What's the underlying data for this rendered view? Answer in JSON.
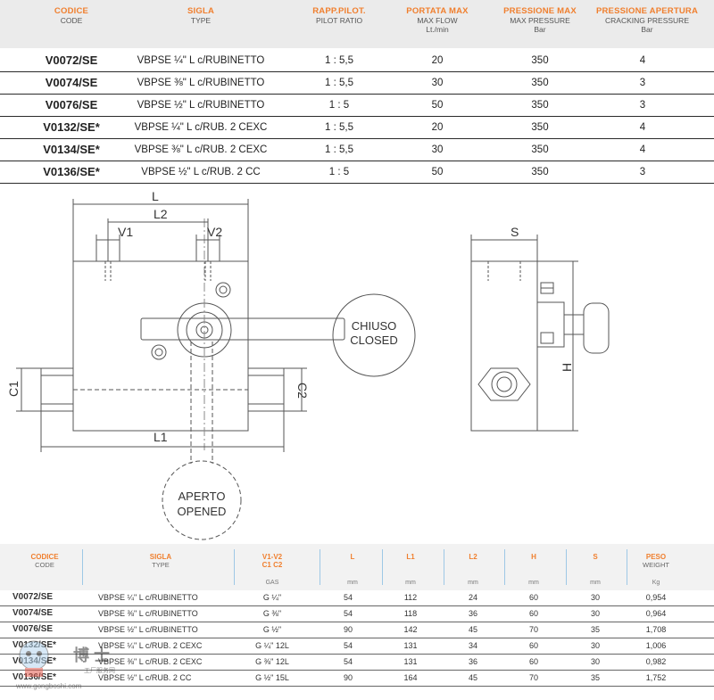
{
  "table1": {
    "headers": [
      {
        "it": "CODICE",
        "en": "CODE"
      },
      {
        "it": "SIGLA",
        "en": "TYPE"
      },
      {
        "it": "RAPP.PILOT.",
        "en": "PILOT RATIO"
      },
      {
        "it": "PORTATA MAX",
        "en": "MAX FLOW",
        "unit": "Lt./min"
      },
      {
        "it": "PRESSIONE MAX",
        "en": "MAX PRESSURE",
        "unit": "Bar"
      },
      {
        "it": "PRESSIONE APERTURA",
        "en": "CRACKING PRESSURE",
        "unit": "Bar"
      }
    ],
    "rows": [
      {
        "code": "V0072/SE",
        "type": "VBPSE ¼\" L c/RUBINETTO",
        "ratio": "1 : 5,5",
        "flow": "20",
        "pmax": "350",
        "crack": "4"
      },
      {
        "code": "V0074/SE",
        "type": "VBPSE ⅜\" L c/RUBINETTO",
        "ratio": "1 : 5,5",
        "flow": "30",
        "pmax": "350",
        "crack": "3"
      },
      {
        "code": "V0076/SE",
        "type": "VBPSE ½\" L c/RUBINETTO",
        "ratio": "1 : 5",
        "flow": "50",
        "pmax": "350",
        "crack": "3"
      },
      {
        "code": "V0132/SE*",
        "type": "VBPSE ¼\" L c/RUB. 2 CEXC",
        "ratio": "1 : 5,5",
        "flow": "20",
        "pmax": "350",
        "crack": "4"
      },
      {
        "code": "V0134/SE*",
        "type": "VBPSE ⅜\" L c/RUB. 2 CEXC",
        "ratio": "1 : 5,5",
        "flow": "30",
        "pmax": "350",
        "crack": "4"
      },
      {
        "code": "V0136/SE*",
        "type": "VBPSE ½\" L c/RUB. 2 CC",
        "ratio": "1 : 5",
        "flow": "50",
        "pmax": "350",
        "crack": "3"
      }
    ]
  },
  "drawing": {
    "labels": {
      "L": "L",
      "L2": "L2",
      "V1": "V1",
      "V2": "V2",
      "C1": "C1",
      "C2": "C2",
      "L1": "L1",
      "S": "S",
      "H": "H"
    },
    "closed_it": "CHIUSO",
    "closed_en": "CLOSED",
    "open_it": "APERTO",
    "open_en": "OPENED"
  },
  "table2": {
    "headers": [
      {
        "it": "CODICE",
        "en": "CODE"
      },
      {
        "it": "SIGLA",
        "en": "TYPE"
      },
      {
        "it": "V1-V2",
        "en": "C1 C2",
        "unit": "GAS"
      },
      {
        "it": "L",
        "unit": "mm"
      },
      {
        "it": "L1",
        "unit": "mm"
      },
      {
        "it": "L2",
        "unit": "mm"
      },
      {
        "it": "H",
        "unit": "mm"
      },
      {
        "it": "S",
        "unit": "mm"
      },
      {
        "it": "PESO",
        "en": "WEIGHT",
        "unit": "Kg"
      }
    ],
    "rows": [
      {
        "code": "V0072/SE",
        "type": "VBPSE ¼\" L c/RUBINETTO",
        "gas": "G ¼\"",
        "l": "54",
        "l1": "112",
        "l2": "24",
        "h": "60",
        "s": "30",
        "w": "0,954"
      },
      {
        "code": "V0074/SE",
        "type": "VBPSE ⅜\" L c/RUBINETTO",
        "gas": "G ⅜\"",
        "l": "54",
        "l1": "118",
        "l2": "36",
        "h": "60",
        "s": "30",
        "w": "0,964"
      },
      {
        "code": "V0076/SE",
        "type": "VBPSE ½\" L c/RUBINETTO",
        "gas": "G ½\"",
        "l": "90",
        "l1": "142",
        "l2": "45",
        "h": "70",
        "s": "35",
        "w": "1,708"
      },
      {
        "code": "V0132/SE*",
        "type": "VBPSE ¼\" L c/RUB. 2 CEXC",
        "gas": "G ¼\" 12L",
        "l": "54",
        "l1": "131",
        "l2": "34",
        "h": "60",
        "s": "30",
        "w": "1,006"
      },
      {
        "code": "V0134/SE*",
        "type": "VBPSE ⅜\" L c/RUB. 2 CEXC",
        "gas": "G ⅜\" 12L",
        "l": "54",
        "l1": "131",
        "l2": "36",
        "h": "60",
        "s": "30",
        "w": "0,982"
      },
      {
        "code": "V0136/SE*",
        "type": "VBPSE ½\" L c/RUB. 2 CC",
        "gas": "G ½\" 15L",
        "l": "90",
        "l1": "164",
        "l2": "45",
        "h": "70",
        "s": "35",
        "w": "1,752"
      }
    ]
  },
  "watermark": {
    "zh": "博 士",
    "sub": "工厂服务网",
    "url": "www.gongboshi.com"
  },
  "colors": {
    "accent": "#f07f2e",
    "header_bg": "#ebebeb"
  }
}
